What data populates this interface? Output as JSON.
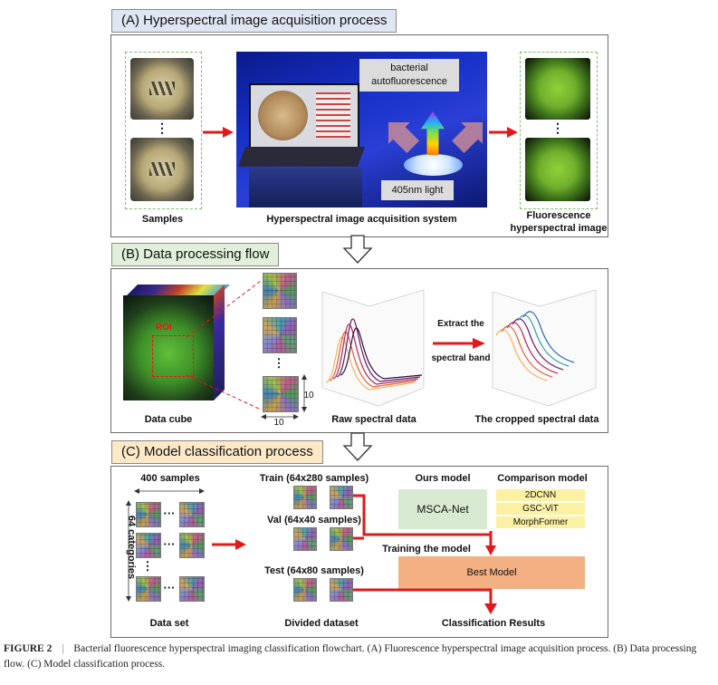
{
  "panel_a": {
    "title": "(A) Hyperspectral image acquisition process",
    "samples_label": "Samples",
    "system_label": "Hyperspectral image acquisition system",
    "fluo_label_line1": "Fluorescence",
    "fluo_label_line2": "hyperspectral image",
    "autofluor_line1": "bacterial",
    "autofluor_line2": "autofluorescence",
    "light_label": "405nm light",
    "ellipsis": "⋮"
  },
  "panel_b": {
    "title": "(B) Data processing flow",
    "roi_label": "ROI",
    "cube_label": "Data cube",
    "raw_label": "Raw spectral data",
    "extract_line1": "Extract the",
    "extract_line2": "spectral band",
    "cropped_label": "The cropped spectral data",
    "dim_w": "10",
    "dim_h": "10",
    "ellipsis": "⋮"
  },
  "panel_c": {
    "title": "(C) Model classification process",
    "samples_header": "400 samples",
    "categories_label": "64 categories",
    "train_label": "Train (64x280 samples)",
    "val_label": "Val (64x40 samples)",
    "test_label": "Test (64x80 samples)",
    "ours_header": "Ours model",
    "comparison_header": "Comparison model",
    "msca_label": "MSCA-Net",
    "comparison_models": [
      "2DCNN",
      "GSC-ViT",
      "MorphFormer"
    ],
    "training_label": "Training the model",
    "best_model_label": "Best Model",
    "dataset_label": "Data set",
    "divided_label": "Divided dataset",
    "results_label": "Classification Results",
    "dots": "···",
    "ellipsis": "⋮"
  },
  "caption": {
    "figure": "FIGURE 2",
    "separator": "|",
    "text": "Bacterial fluorescence hyperspectral imaging classification flowchart. (A) Fluorescence hyperspectral image acquisition process. (B) Data processing flow. (C) Model classification process."
  },
  "colors": {
    "head_a": "#dfe6f3",
    "head_b": "#e2efda",
    "head_c": "#fde9c8",
    "arrow": "#e0191a",
    "msca_box": "#d9ead3",
    "comparison_box": "#fcf0a2",
    "best_model_box": "#f3b083"
  }
}
